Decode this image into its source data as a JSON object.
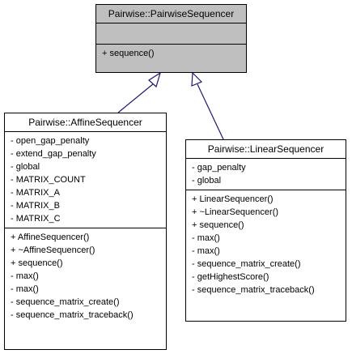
{
  "diagram": {
    "base_class": {
      "name": "Pairwise::PairwiseSequencer",
      "attributes": [],
      "methods": [
        "+ sequence()"
      ]
    },
    "affine_class": {
      "name": "Pairwise::AffineSequencer",
      "attributes": [
        "- open_gap_penalty",
        "- extend_gap_penalty",
        "- global",
        "- MATRIX_COUNT",
        "- MATRIX_A",
        "- MATRIX_B",
        "- MATRIX_C"
      ],
      "methods": [
        "+ AffineSequencer()",
        "+ ~AffineSequencer()",
        "+ sequence()",
        "- max()",
        "- max()",
        "- sequence_matrix_create()",
        "- sequence_matrix_traceback()"
      ]
    },
    "linear_class": {
      "name": "Pairwise::LinearSequencer",
      "attributes": [
        "- gap_penalty",
        "- global"
      ],
      "methods": [
        "+ LinearSequencer()",
        "+ ~LinearSequencer()",
        "+ sequence()",
        "- max()",
        "- max()",
        "- sequence_matrix_create()",
        "- getHighestScore()",
        "- sequence_matrix_traceback()"
      ]
    },
    "colors": {
      "base_fill": "#bfbfbf",
      "connector": "#191970"
    }
  }
}
